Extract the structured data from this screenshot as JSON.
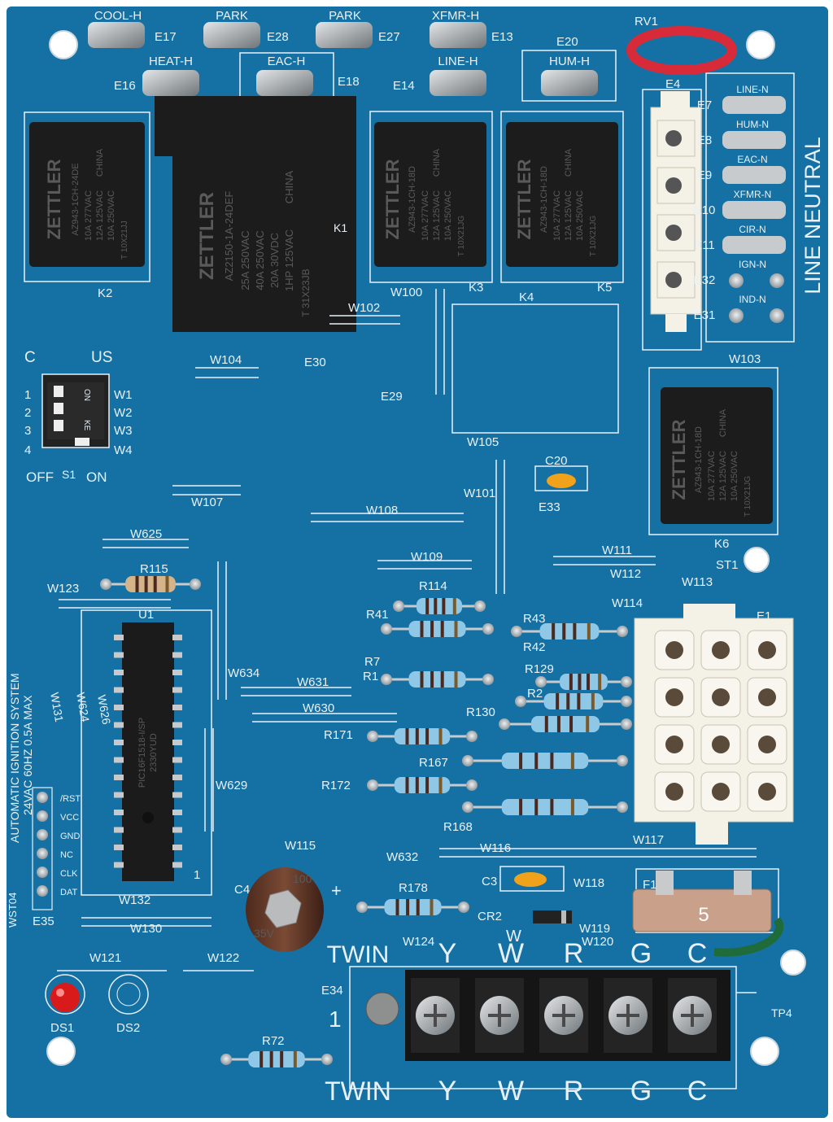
{
  "colors": {
    "board": "#1571a4",
    "silkscreen": "#e8f1f7",
    "relay": "#1c1c1c",
    "connector": "#f4f1e6",
    "led": "#d91a1a",
    "fuse": "#c9a08a"
  },
  "top_terminals": {
    "cool_h": "COOL-H",
    "park1": "PARK",
    "park2": "PARK",
    "xfmr_h": "XFMR-H",
    "heat_h": "HEAT-H",
    "eac_h": "EAC-H",
    "line_h": "LINE-H",
    "hum_h": "HUM-H"
  },
  "terminal_ids": {
    "e17": "E17",
    "e28": "E28",
    "e27": "E27",
    "e13": "E13",
    "e20": "E20",
    "e16": "E16",
    "e18": "E18",
    "e14": "E14",
    "e4": "E4",
    "e30": "E30",
    "e29": "E29",
    "e33": "E33",
    "e35": "E35",
    "e34": "E34",
    "e1": "E1",
    "rv1": "RV1"
  },
  "neutral_block": {
    "title": "LINE NEUTRAL",
    "labels": [
      "LINE-N",
      "HUM-N",
      "EAC-N",
      "XFMR-N",
      "CIR-N",
      "IGN-N",
      "IND-N"
    ],
    "ids": [
      "E7",
      "E8",
      "E9",
      "E10",
      "E11",
      "E32",
      "E31"
    ]
  },
  "relays": {
    "k2": {
      "ref": "K2",
      "brand": "ZETTLER",
      "lines": [
        "AZ943-1CH-24DE",
        "10A 277VAC",
        "12A 125VAC",
        "10A 250VAC",
        "CHINA",
        "T 10X21JJ"
      ]
    },
    "k1": {
      "ref": "K1",
      "brand": "ZETTLER",
      "lines": [
        "AZ2150-1A-24DEF",
        "25A 250VAC",
        "40A 250VAC",
        "20A 30VDC",
        "1HP 125VAC",
        "CHINA",
        "T 31X23JB"
      ]
    },
    "k3": {
      "ref": "K3",
      "brand": "ZETTLER",
      "lines": [
        "AZ943-1CH-18D",
        "10A 277VAC",
        "12A 125VAC",
        "10A 250VAC",
        "CHINA",
        "T 10X21JG"
      ]
    },
    "k5": {
      "ref": "K5",
      "brand": "ZETTLER",
      "lines": [
        "AZ943-1CH-18D",
        "10A 277VAC",
        "12A 125VAC",
        "10A 250VAC",
        "CHINA",
        "T 10X21JG"
      ]
    },
    "k6": {
      "ref": "K6",
      "brand": "ZETTLER",
      "lines": [
        "AZ943-1CH-18D",
        "10A 277VAC",
        "12A 125VAC",
        "10A 250VAC",
        "CHINA",
        "T 10X21JG"
      ]
    },
    "k4": {
      "ref": "K4"
    }
  },
  "dip_switch": {
    "ref": "S1",
    "left": "C",
    "right": "US",
    "off": "OFF",
    "on": "ON",
    "switch_on": "ON",
    "switch_ke": "KE",
    "positions": [
      "1",
      "2",
      "3",
      "4"
    ],
    "wires": [
      "W1",
      "W2",
      "W3",
      "W4"
    ]
  },
  "jumpers": {
    "w100": "W100",
    "w102": "W102",
    "w103": "W103",
    "w104": "W104",
    "w105": "W105",
    "w101": "W101",
    "w107": "W107",
    "w108": "W108",
    "w109": "W109",
    "w111": "W111",
    "w112": "W112",
    "w113": "W113",
    "w114": "W114",
    "w625": "W625",
    "w123": "W123",
    "w634": "W634",
    "w631": "W631",
    "w630": "W630",
    "w629": "W629",
    "w626": "W626",
    "w624": "W624",
    "w131": "W131",
    "w132": "W132",
    "w130": "W130",
    "w115": "W115",
    "w632": "W632",
    "w116": "W116",
    "w117": "W117",
    "w118": "W118",
    "w119": "W119",
    "w120": "W120",
    "w124": "W124",
    "w121": "W121",
    "w122": "W122",
    "w": "W"
  },
  "resistors": {
    "r115": "R115",
    "r114": "R114",
    "r41": "R41",
    "r7": "R7",
    "r1": "R1",
    "r43": "R43",
    "r42": "R42",
    "r129": "R129",
    "r2": "R2",
    "r130": "R130",
    "r171": "R171",
    "r167": "R167",
    "r172": "R172",
    "r168": "R168",
    "r178": "R178",
    "r72": "R72"
  },
  "misc_parts": {
    "c20": "C20",
    "c3": "C3",
    "c4": "C4",
    "cr2": "CR2",
    "f1": "F1",
    "fuse_value": "5",
    "st1": "ST1",
    "tp4": "TP4",
    "ds1": "DS1",
    "ds2": "DS2",
    "u1": "U1",
    "pin1": "1",
    "plus": "+",
    "wst04": "WST04"
  },
  "mcu": {
    "line1": "PIC16F1518-I/SP",
    "line2": "2330YUD"
  },
  "cap_marking": {
    "value": "100",
    "voltage": "35V"
  },
  "system_text": {
    "line1": "AUTOMATIC IGNITION SYSTEM",
    "line2": "24VAC 60HZ 0.5A MAX"
  },
  "header_pins": [
    "/RST",
    "VCC",
    "GND",
    "NC",
    "CLK",
    "DAT"
  ],
  "thermostat": {
    "upper": [
      "TWIN",
      "Y",
      "W",
      "R",
      "G",
      "C"
    ],
    "lower": [
      "TWIN",
      "Y",
      "W",
      "R",
      "G",
      "C"
    ],
    "pin_number": "1"
  }
}
